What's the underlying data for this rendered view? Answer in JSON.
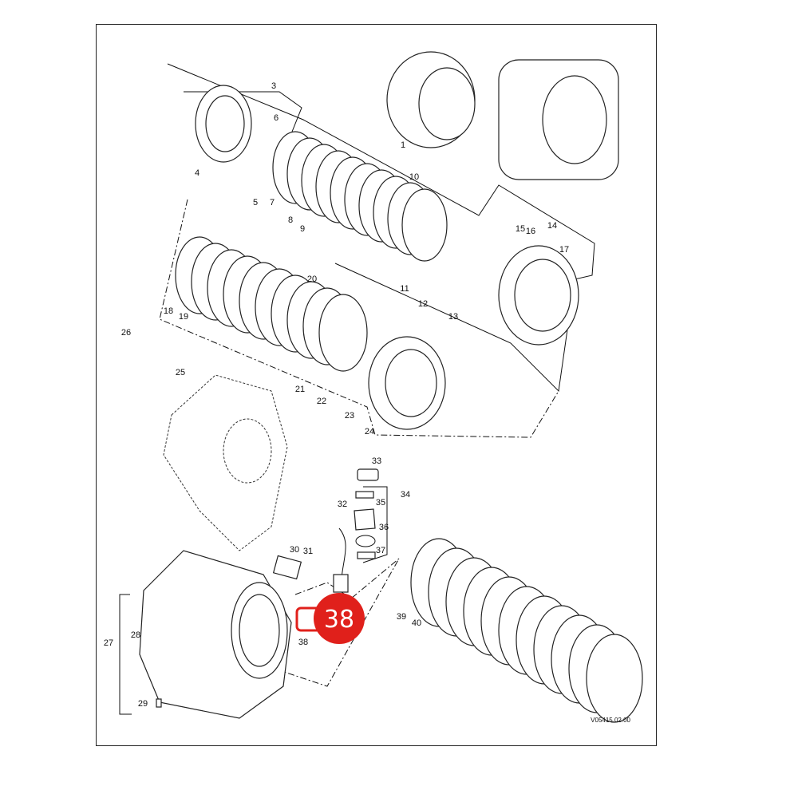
{
  "diagram": {
    "reference_code": "V05415.02.00",
    "highlight": {
      "label": "38",
      "color": "#e0201b"
    },
    "callouts": [
      "1",
      "3",
      "4",
      "5",
      "6",
      "7",
      "8",
      "9",
      "10",
      "11",
      "12",
      "13",
      "14",
      "15",
      "16",
      "17",
      "18",
      "19",
      "20",
      "21",
      "22",
      "23",
      "24",
      "25",
      "26",
      "27",
      "28",
      "29",
      "30",
      "31",
      "32",
      "33",
      "34",
      "35",
      "36",
      "37",
      "38",
      "39",
      "40"
    ]
  }
}
